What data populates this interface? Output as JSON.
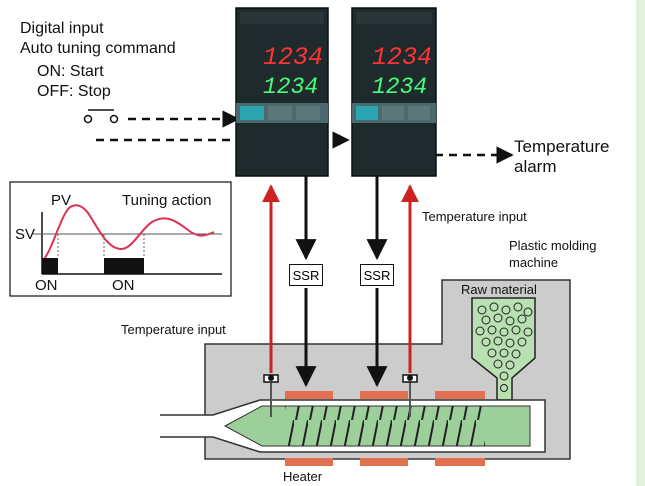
{
  "digital_input": {
    "title": "Digital input",
    "subtitle": "Auto tuning command",
    "on_text": "ON:  Start",
    "off_text": "OFF:  Stop"
  },
  "controller": {
    "pv_display": "1234",
    "sv_display": "1234"
  },
  "tuning_graph": {
    "pv_label": "PV",
    "sv_label": "SV",
    "title": "Tuning action",
    "on_label_1": "ON",
    "on_label_2": "ON"
  },
  "labels": {
    "temperature_alarm_line1": "Temperature",
    "temperature_alarm_line2": "alarm",
    "temperature_input_right": "Temperature input",
    "temperature_input_left": "Temperature input",
    "plastic_molding_line1": "Plastic molding",
    "plastic_molding_line2": "machine",
    "raw_material": "Raw material",
    "heater": "Heater",
    "ssr_1": "SSR",
    "ssr_2": "SSR"
  },
  "colors": {
    "red_arrow": "#cc2222",
    "heater": "#e07050",
    "barrel": "#9ccf9a",
    "machine_body": "#cccccc",
    "controller_body": "#1f2a2c",
    "controller_red": "#ff3333",
    "controller_green": "#44ff77"
  }
}
